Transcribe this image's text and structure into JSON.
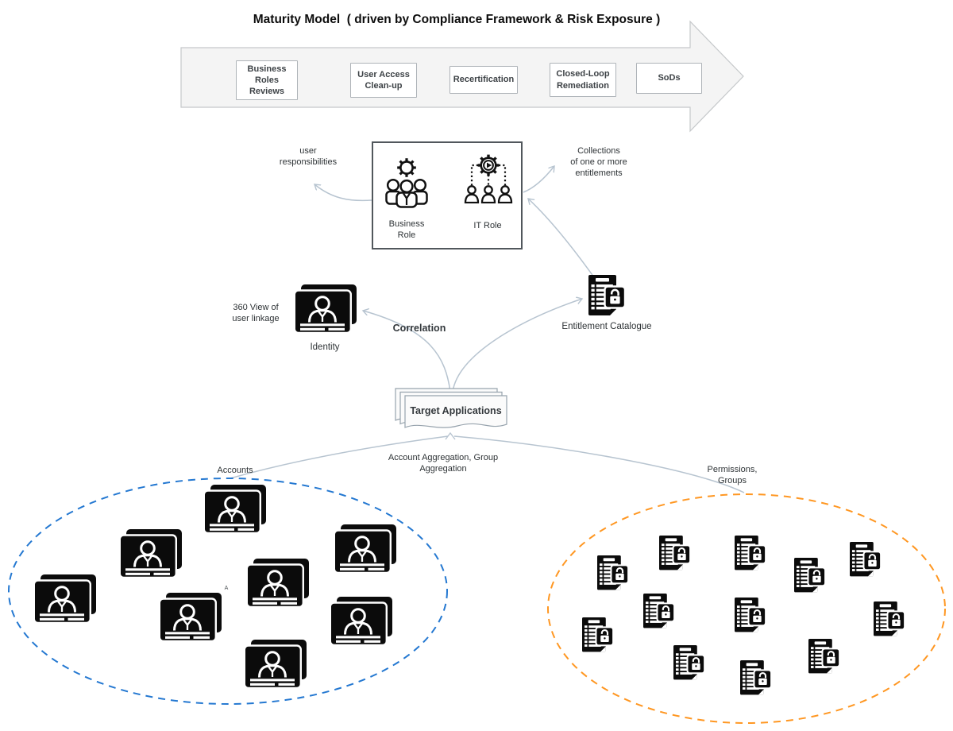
{
  "title": "Maturity Model  ( driven by Compliance Framework & Risk Exposure )",
  "maturity_steps": [
    "Business\nRoles\nReviews",
    "User Access\nClean-up",
    "Recertification",
    "Closed-Loop\nRemediation",
    "SoDs"
  ],
  "labels": {
    "user_responsibilities": "user\nresponsibilities",
    "collections": "Collections\nof one or more\nentitlements",
    "business_role": "Business\nRole",
    "it_role": "IT Role",
    "view_360": "360 View of\nuser linkage",
    "identity": "Identity",
    "correlation": "Correlation",
    "entitlement_catalogue": "Entitlement Catalogue",
    "target_applications": "Target Applications",
    "aggregation": "Account Aggregation, Group\nAggregation",
    "stray_marker": "A"
  },
  "clusters": {
    "accounts": {
      "label": "Accounts",
      "ellipse_color": "#2478d1",
      "icon": "account-card-icon",
      "count": 8,
      "positions": [
        [
          256,
          610
        ],
        [
          150,
          666
        ],
        [
          42,
          723
        ],
        [
          200,
          746
        ],
        [
          310,
          703
        ],
        [
          420,
          660
        ],
        [
          415,
          751
        ],
        [
          307,
          805
        ]
      ]
    },
    "permissions": {
      "label": "Permissions,\nGroups",
      "ellipse_color": "#ff9722",
      "icon": "permission-document-icon",
      "count": 12,
      "positions": [
        [
          752,
          699
        ],
        [
          830,
          674
        ],
        [
          925,
          674
        ],
        [
          1000,
          702
        ],
        [
          1070,
          682
        ],
        [
          810,
          747
        ],
        [
          925,
          752
        ],
        [
          1100,
          757
        ],
        [
          733,
          777
        ],
        [
          848,
          812
        ],
        [
          932,
          831
        ],
        [
          1018,
          804
        ]
      ]
    }
  },
  "colors": {
    "connector": "#b7c4d0",
    "maturity_arrow_fill": "#f4f4f4",
    "maturity_arrow_stroke": "#c5c8ca",
    "icon_black": "#0b0b0b"
  }
}
